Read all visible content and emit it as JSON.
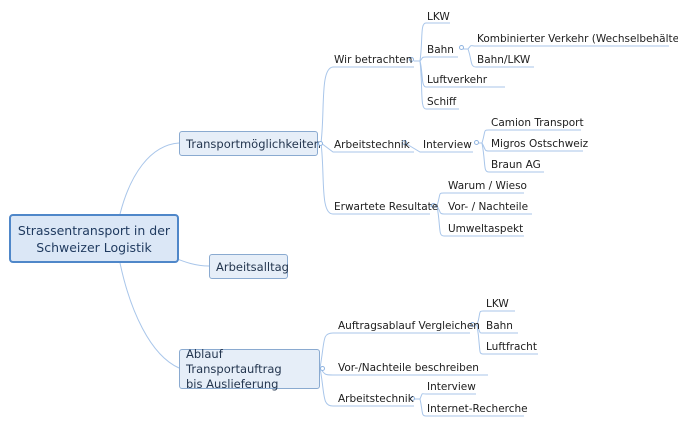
{
  "root": {
    "lines": [
      "Strassentransport in der",
      "Schweizer Logistik"
    ]
  },
  "branches": {
    "transport": {
      "label": "Transportmöglichkeiten",
      "wir": {
        "label": "Wir betrachten",
        "items": [
          "LKW",
          "Bahn",
          "Luftverkehr",
          "Schiff"
        ],
        "bahn_children": [
          "Kombinierter Verkehr (Wechselbehälter)",
          "Bahn/LKW"
        ]
      },
      "arbeitstechnik": {
        "label": "Arbeitstechnik",
        "interview": "Interview",
        "companies": [
          "Camion Transport",
          "Migros Ostschweiz",
          "Braun AG"
        ]
      },
      "resultate": {
        "label": "Erwartete Resultate",
        "items": [
          "Warum / Wieso",
          "Vor- / Nachteile",
          "Umweltaspekt"
        ]
      }
    },
    "arbeitsalltag": {
      "label": "Arbeitsalltag"
    },
    "ablauf": {
      "lines": [
        "Ablauf Transportauftrag",
        "bis Auslieferung"
      ],
      "auftrag": {
        "label": "Auftragsablauf Vergleichen",
        "items": [
          "LKW",
          "Bahn",
          "Luftfracht"
        ]
      },
      "vornach": {
        "label": "Vor-/Nachteile beschreiben"
      },
      "arbeitstechnik": {
        "label": "Arbeitstechnik",
        "items": [
          "Interview",
          "Internet-Recherche"
        ]
      }
    }
  },
  "colors": {
    "line": "#8fb4e0",
    "root_border": "#4f87c9",
    "node_fill": "#e6eef8"
  }
}
